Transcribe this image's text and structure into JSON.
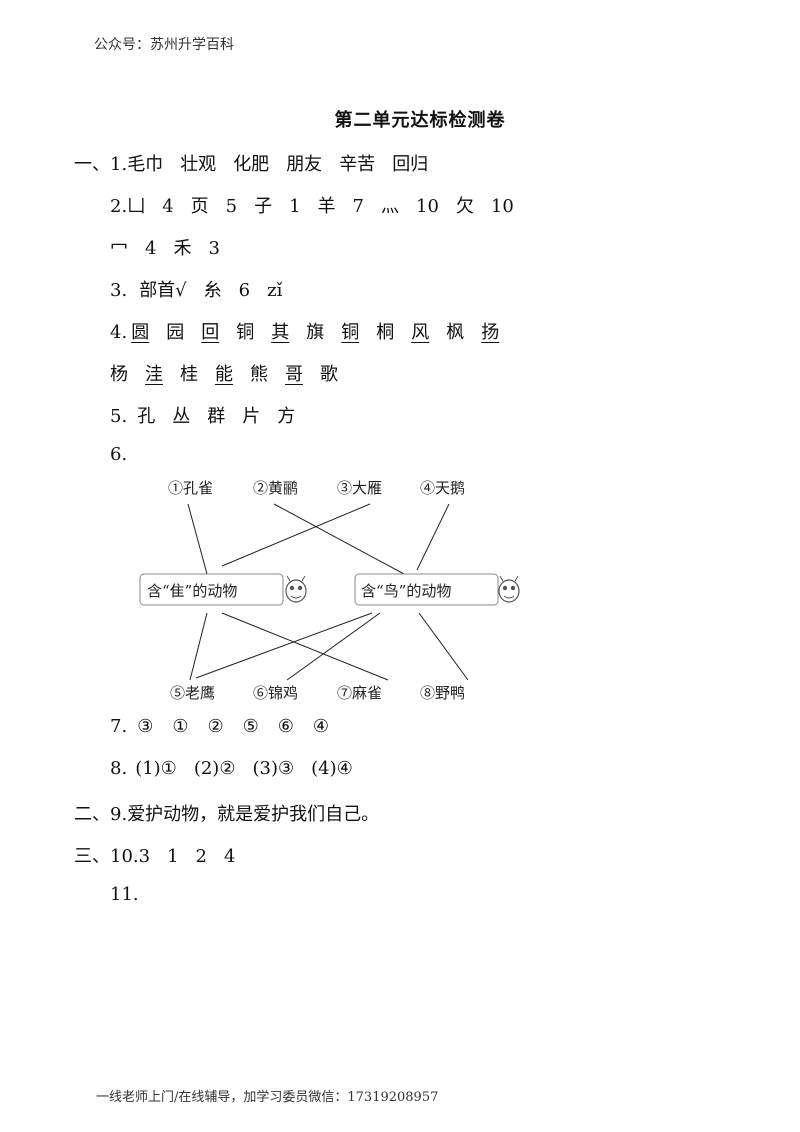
{
  "header": "公众号：苏州升学百科",
  "title": "第二单元达标检测卷",
  "sec1_marker": "一、",
  "q1": {
    "num": "1.",
    "words": [
      "毛巾",
      "壮观",
      "化肥",
      "朋友",
      "辛苦",
      "回归"
    ]
  },
  "q2": {
    "num": "2.",
    "line1": [
      "凵",
      "4",
      "页",
      "5",
      "子",
      "1",
      "羊",
      "7",
      "灬",
      "10",
      "欠",
      "10"
    ],
    "line2": [
      "冖",
      "4",
      "禾",
      "3"
    ]
  },
  "q3": {
    "num": "3.",
    "items": [
      "部首√",
      "糸",
      "6",
      "zǐ"
    ]
  },
  "q4": {
    "num": "4.",
    "line1": [
      {
        "t": "圆",
        "u": true
      },
      {
        "t": "园",
        "u": false
      },
      {
        "t": "回",
        "u": true
      },
      {
        "t": "铜",
        "u": false
      },
      {
        "t": "其",
        "u": true
      },
      {
        "t": "旗",
        "u": false
      },
      {
        "t": "铜",
        "u": true
      },
      {
        "t": "桐",
        "u": false
      },
      {
        "t": "风",
        "u": true
      },
      {
        "t": "枫",
        "u": false
      },
      {
        "t": "扬",
        "u": true
      }
    ],
    "line2": [
      {
        "t": "杨",
        "u": false
      },
      {
        "t": "洼",
        "u": true
      },
      {
        "t": "桂",
        "u": false
      },
      {
        "t": "能",
        "u": true
      },
      {
        "t": "熊",
        "u": false
      },
      {
        "t": "哥",
        "u": true
      },
      {
        "t": "歌",
        "u": false
      }
    ]
  },
  "q5": {
    "num": "5.",
    "items": [
      "孔",
      "丛",
      "群",
      "片",
      "方"
    ]
  },
  "q6": {
    "num": "6.",
    "top_animals": [
      "①孔雀",
      "②黄鹂",
      "③大雁",
      "④天鹅"
    ],
    "box_left": "含“隹”的动物",
    "box_right": "含“鸟”的动物",
    "bottom_animals": [
      "⑤老鹰",
      "⑥锦鸡",
      "⑦麻雀",
      "⑧野鸭"
    ],
    "color_line": "#222222",
    "color_box_border": "#888888"
  },
  "q7": {
    "num": "7.",
    "items": [
      "③",
      "①",
      "②",
      "⑤",
      "⑥",
      "④"
    ]
  },
  "q8": {
    "num": "8.",
    "items": [
      "(1)①",
      "(2)②",
      "(3)③",
      "(4)④"
    ]
  },
  "sec2": {
    "marker": "二、",
    "num": "9.",
    "text": "爱护动物，就是爱护我们自己。"
  },
  "sec3": {
    "marker": "三、",
    "q10_num": "10.",
    "q10_items": [
      "3",
      "1",
      "2",
      "4"
    ],
    "q11_num": "11."
  },
  "footer": "一线老师上门/在线辅导，加学习委员微信：17319208957"
}
